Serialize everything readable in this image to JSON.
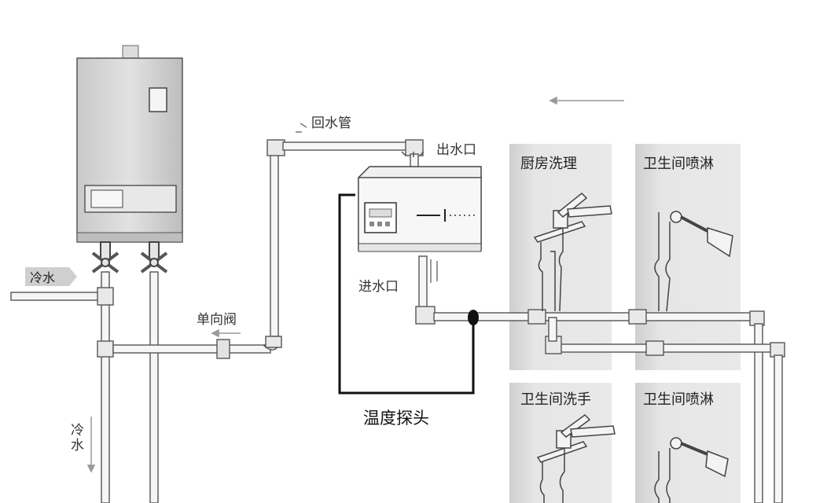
{
  "labels": {
    "return_pipe": "回水管",
    "outlet": "出水口",
    "inlet": "进水口",
    "check_valve": "单向阀",
    "cold_water_in": "冷水",
    "cold_water_down": "冷水",
    "temp_probe": "温度探头"
  },
  "rooms": [
    {
      "name": "厨房洗理"
    },
    {
      "name": "卫生间喷淋"
    },
    {
      "name": "卫生间洗手"
    },
    {
      "name": "卫生间喷淋"
    }
  ],
  "colors": {
    "pipe_fill": "#f4f4f4",
    "pipe_stroke": "#555555",
    "heater_body": "#dcdcdc",
    "room_panel": "#e4e4e4",
    "room_panel_edge": "#cfcfcf",
    "probe_wire": "#111111"
  }
}
